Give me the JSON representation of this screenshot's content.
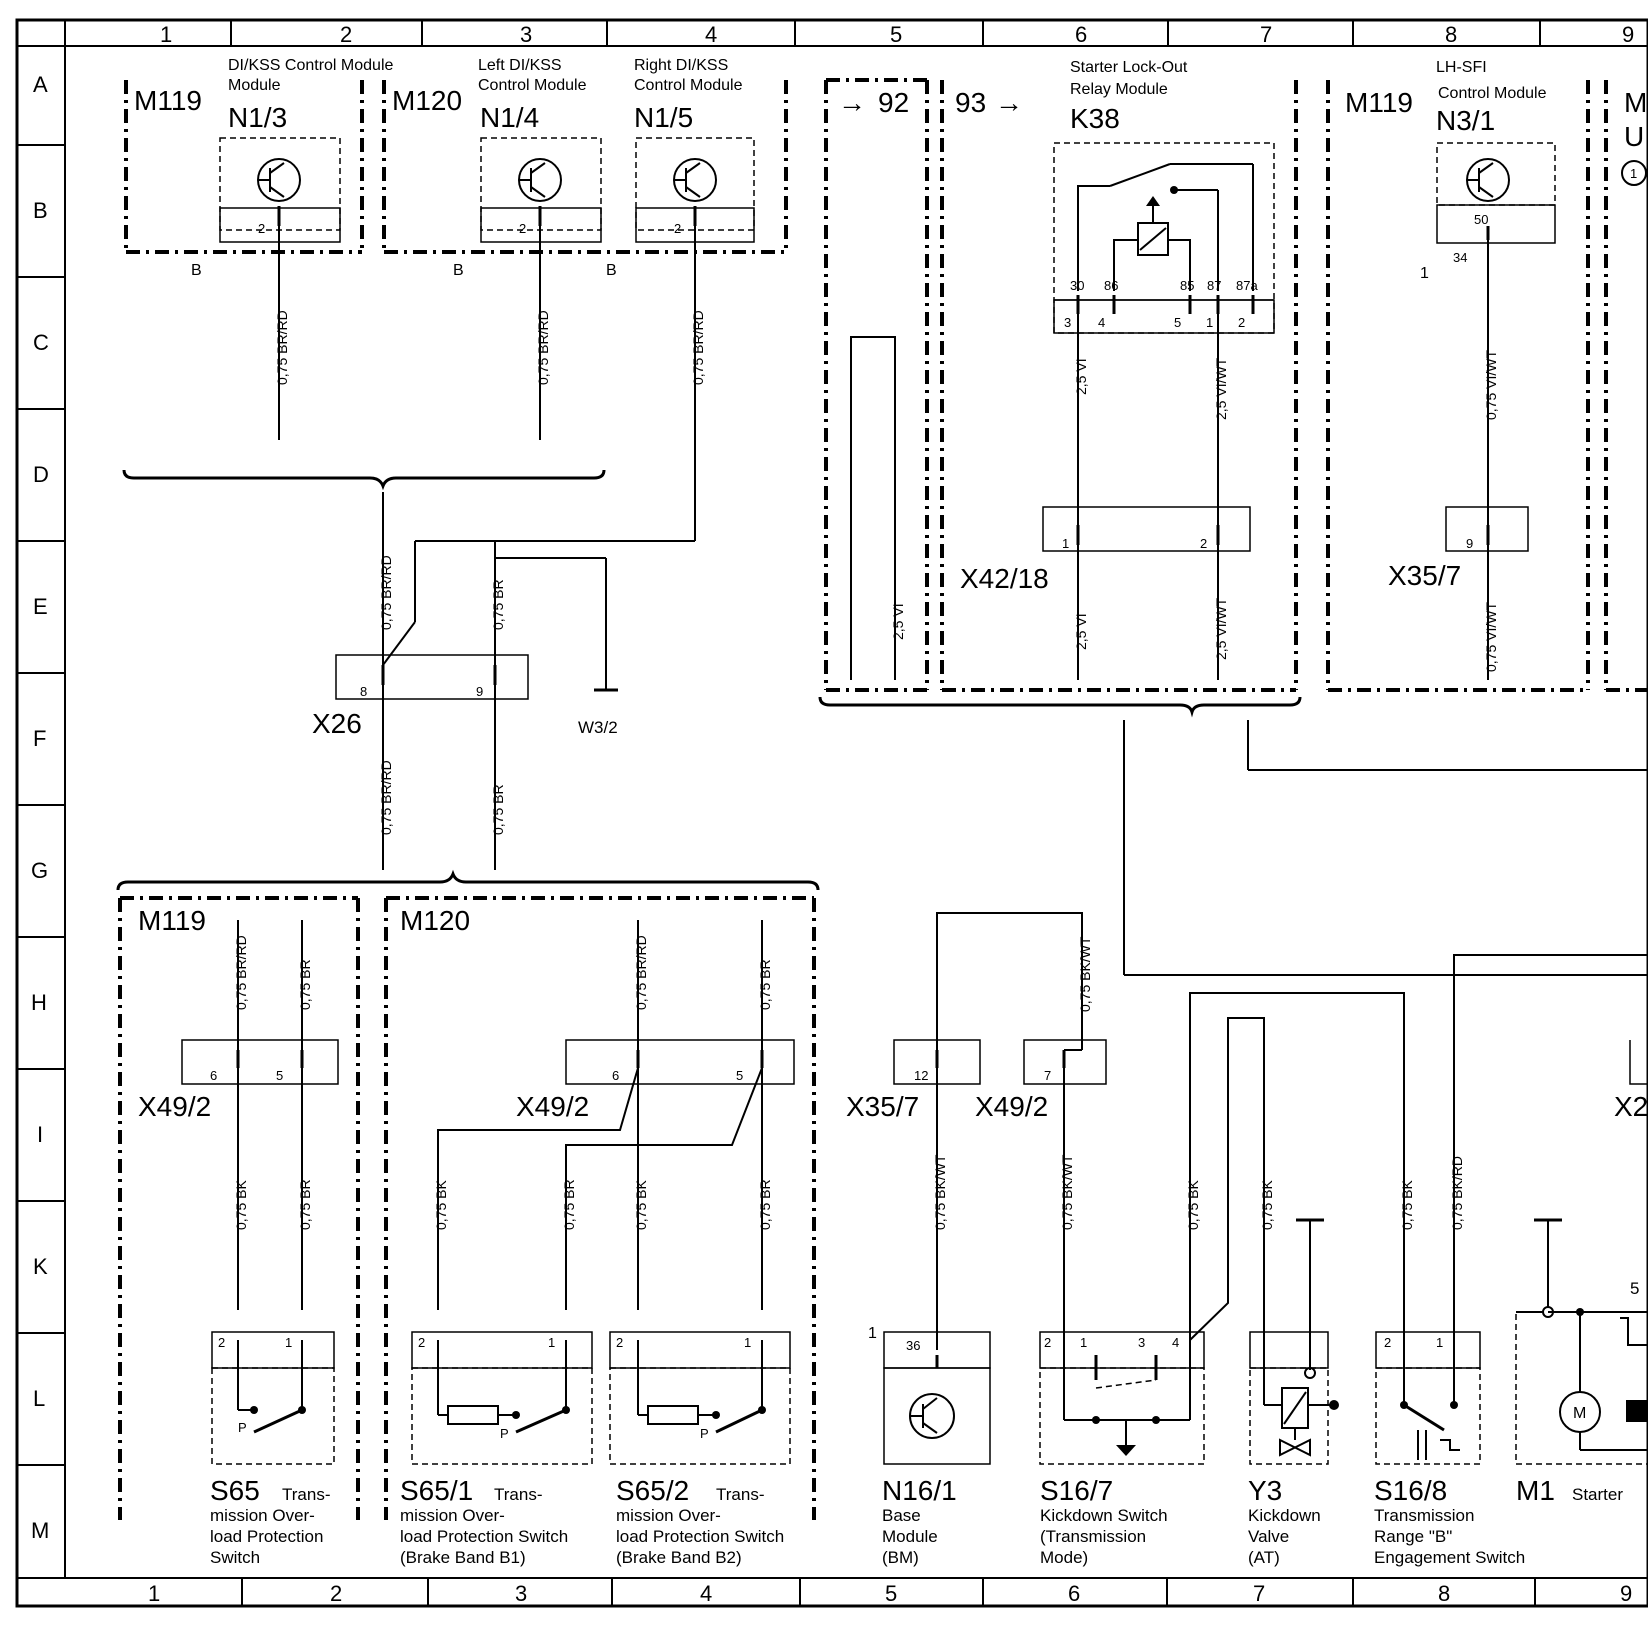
{
  "grid": {
    "columns": [
      "1",
      "2",
      "3",
      "4",
      "5",
      "6",
      "7",
      "8",
      "9"
    ],
    "rows": [
      "A",
      "B",
      "C",
      "D",
      "E",
      "F",
      "G",
      "H",
      "I",
      "K",
      "L",
      "M"
    ]
  },
  "top": {
    "n13": {
      "variant": "M119",
      "name": "DI/KSS Control Module",
      "code": "N1/3",
      "pin": "2",
      "side": "B",
      "wire": "0,75 BR/RD"
    },
    "n14": {
      "variant": "M120",
      "name1": "Left DI/KSS",
      "name2": "Control Module",
      "code": "N1/4",
      "pin": "2",
      "side": "B",
      "wire": "0,75 BR/RD"
    },
    "n15": {
      "name1": "Right DI/KSS",
      "name2": "Control Module",
      "code": "N1/5",
      "pin": "2",
      "side": "B",
      "wire": "0,75 BR/RD"
    },
    "ref92": "92",
    "ref93": "93",
    "k38": {
      "name1": "Starter Lock-Out",
      "name2": "Relay Module",
      "code": "K38",
      "term_30": "30",
      "term_86": "86",
      "term_85": "85",
      "term_87": "87",
      "term_87a": "87a",
      "pin_3": "3",
      "pin_4": "4",
      "pin_5": "5",
      "pin_1": "1",
      "pin_2": "2",
      "wire_a": "2,5 VI",
      "wire_b": "2,5 VI/WT"
    },
    "n31": {
      "variant": "M119",
      "name1": "LH-SFI",
      "name2": "Control Module",
      "code": "N3/1",
      "pin_inner": "50",
      "pin_outer": "34",
      "pin_side": "1",
      "wire": "0,75 VI/WT"
    },
    "edge_m": "M",
    "edge_u": "U",
    "edge_circle": "1"
  },
  "middle": {
    "x26": {
      "code": "X26",
      "pin8": "8",
      "pin9": "9",
      "wire_in_a": "0,75 BR/RD",
      "wire_in_b": "0,75 BR",
      "wire_out_a": "0,75 BR/RD",
      "wire_out_b": "0,75 BR"
    },
    "w32": "W3/2",
    "x4218": {
      "code": "X42/18",
      "pin1": "1",
      "pin2": "2",
      "wire_a": "2,5 VI",
      "wire_b": "2,5 VI/WT"
    },
    "x357_top": {
      "code": "X35/7",
      "pin": "9",
      "wire": "0,75 VI/WT"
    },
    "feed_wire": "2,5 VI"
  },
  "bottom": {
    "left_m119": {
      "variant": "M119",
      "wire_a": "0,75 BR/RD",
      "wire_b": "0,75 BR",
      "conn": "X49/2",
      "pin6": "6",
      "pin5": "5",
      "wire_c": "0,75 BK",
      "wire_d": "0,75 BR"
    },
    "left_m120": {
      "variant": "M120",
      "wire_a": "0,75 BR/RD",
      "wire_b": "0,75 BR",
      "conn": "X49/2",
      "pin6": "6",
      "pin5": "5",
      "w1": "0,75 BK",
      "w2": "0,75 BR",
      "w3": "0,75 BK",
      "w4": "0,75 BR"
    },
    "x357": {
      "code": "X35/7",
      "pin": "12",
      "wire": "0,75 BK/WT"
    },
    "x492": {
      "code": "X49/2",
      "pin": "7",
      "wire_top": "0,75 BK/WT",
      "wire": "0,75 BK/WT"
    },
    "edge_x2": "X2",
    "wire_s167": "0,75 BK",
    "wire_y3": "0,75 BK",
    "wire_s168a": "0,75 BK",
    "wire_s168b": "0,75 BK/RD",
    "edge_5": "5",
    "motor_letter": "M",
    "pin_1": "1",
    "pin_2": "2",
    "pin_3": "3",
    "pin_4": "4",
    "pin_36": "36",
    "p_label": "P"
  },
  "components": {
    "s65": {
      "code": "S65",
      "line1": "Trans-",
      "line2": "mission Over-",
      "line3": "load Protection",
      "line4": "Switch"
    },
    "s651": {
      "code": "S65/1",
      "line1": "Trans-",
      "line2": "mission Over-",
      "line3": "load Protection Switch",
      "line4": "(Brake Band B1)"
    },
    "s652": {
      "code": "S65/2",
      "line1": "Trans-",
      "line2": "mission Over-",
      "line3": "load Protection Switch",
      "line4": "(Brake Band B2)"
    },
    "n161": {
      "code": "N16/1",
      "line1": "Base",
      "line2": "Module",
      "line3": "(BM)"
    },
    "s167": {
      "code": "S16/7",
      "line1": "Kickdown Switch",
      "line2": "(Transmission",
      "line3": "Mode)"
    },
    "y3": {
      "code": "Y3",
      "line1": "Kickdown",
      "line2": "Valve",
      "line3": "(AT)"
    },
    "s168": {
      "code": "S16/8",
      "line1": "Transmission",
      "line2": "Range \"B\"",
      "line3": "Engagement Switch"
    },
    "m1": {
      "code": "M1",
      "line1": "Starter"
    }
  }
}
